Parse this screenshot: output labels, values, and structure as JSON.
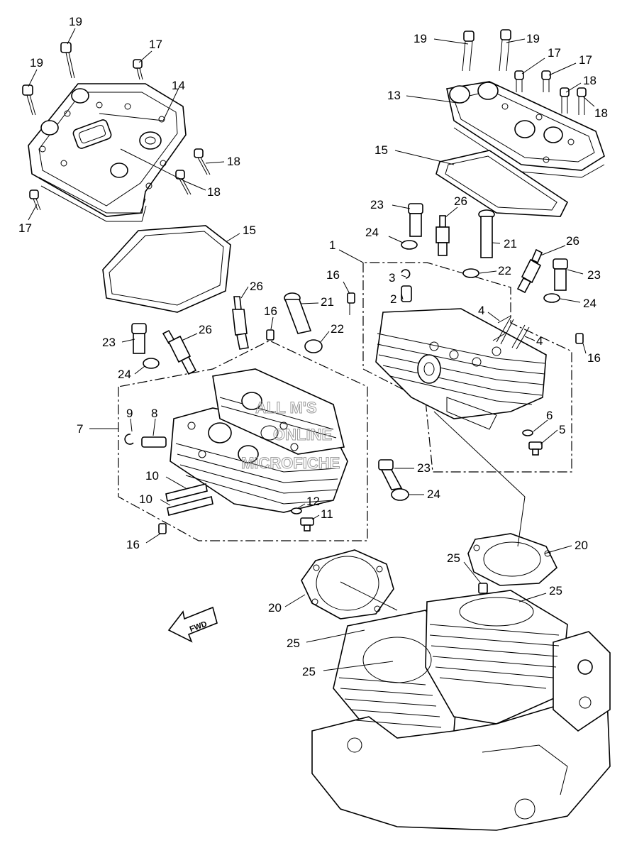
{
  "labels": {
    "l19a": "19",
    "l19b": "19",
    "l17a": "17",
    "l14": "14",
    "l18a": "18",
    "l18b": "18",
    "l17b": "17",
    "l19c": "19",
    "l19d": "19",
    "l17c": "17",
    "l17d": "17",
    "l13": "13",
    "l18c": "18",
    "l18d": "18",
    "l15a": "15",
    "l23a": "23",
    "l26a": "26",
    "l21a": "21",
    "l24a": "24",
    "l1": "1",
    "l26b": "26",
    "l22a": "22",
    "l23b": "23",
    "l3": "3",
    "l16a": "16",
    "l2": "2",
    "l24b": "24",
    "l4a": "4",
    "l4b": "4",
    "l16b": "16",
    "l6": "6",
    "l5": "5",
    "l15b": "15",
    "l26c": "26",
    "l16c": "16",
    "l21b": "21",
    "l23c": "23",
    "l26d": "26",
    "l22b": "22",
    "l24c": "24",
    "l7": "7",
    "l9": "9",
    "l8": "8",
    "l10a": "10",
    "l10b": "10",
    "l16d": "16",
    "l12": "12",
    "l11": "11",
    "l23d": "23",
    "l24d": "24",
    "l20a": "20",
    "l25a": "25",
    "l25b": "25",
    "l20b": "20",
    "l25c": "25",
    "l25d": "25"
  },
  "fwd_arrow": "FWD",
  "watermark": [
    "ALL M'S",
    "ONLINE",
    "MICROFICHE"
  ]
}
